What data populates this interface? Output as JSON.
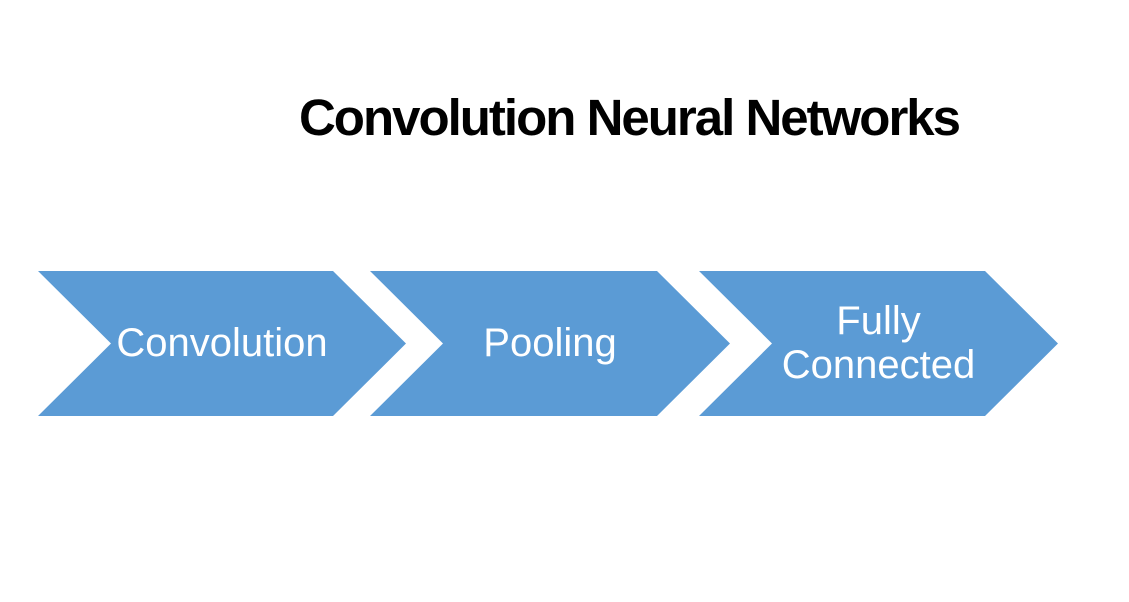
{
  "title": "Convolution Neural Networks",
  "diagram": {
    "type": "process-flow",
    "steps": [
      {
        "label": "Convolution"
      },
      {
        "label": "Pooling"
      },
      {
        "label": "Fully Connected"
      }
    ]
  },
  "colors": {
    "arrow_fill": "#5b9bd5",
    "label_text": "#ffffff",
    "title_text": "#000000",
    "background": "#ffffff"
  }
}
